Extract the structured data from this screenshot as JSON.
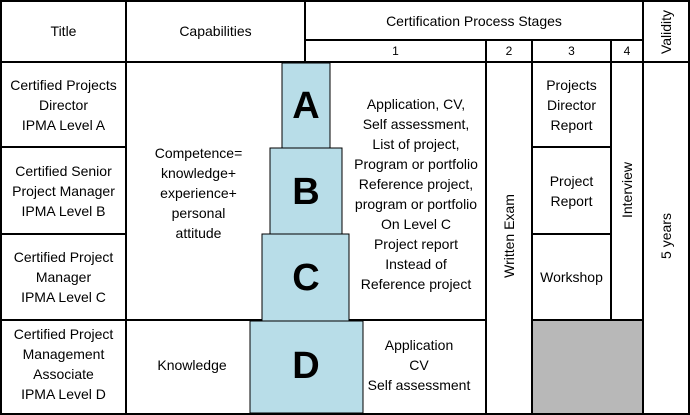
{
  "header": {
    "title": "Title",
    "capabilities": "Capabilities",
    "stages": "Certification Process Stages",
    "validity": "Validity",
    "stage_numbers": [
      "1",
      "2",
      "3",
      "4"
    ]
  },
  "rows": [
    {
      "title": [
        "Certified Projects",
        "Director",
        "IPMA Level A"
      ],
      "letter": "A"
    },
    {
      "title": [
        "Certified Senior",
        "Project Manager",
        "IPMA Level B"
      ],
      "letter": "B"
    },
    {
      "title": [
        "Certified Project",
        "Manager",
        "IPMA Level C"
      ],
      "letter": "C"
    },
    {
      "title": [
        "Certified Project",
        "Management",
        "Associate",
        "IPMA Level D"
      ],
      "letter": "D"
    }
  ],
  "capabilities": {
    "abc": [
      "Competence=",
      "knowledge+",
      "experience+",
      "personal",
      "attitude"
    ],
    "d": "Knowledge"
  },
  "stage1": {
    "abc": [
      "Application, CV,",
      "Self assessment,",
      "List of project,",
      "Program or portfolio",
      "Reference project,",
      "program or portfolio",
      "On Level C",
      "Project report",
      "Instead of",
      "Reference project"
    ],
    "d": [
      "Application",
      "CV",
      "Self assessment"
    ]
  },
  "stage2": {
    "label": "Written Exam"
  },
  "stage3": {
    "a": [
      "Projects",
      "Director",
      "Report"
    ],
    "b": [
      "Project",
      "Report"
    ],
    "c": "Workshop"
  },
  "stage4": {
    "label": "Interview"
  },
  "validity": {
    "label": "5 years"
  },
  "colors": {
    "tower": "#b8dde8",
    "grey": "#b8b8b8",
    "background": "#000000",
    "cell": "#ffffff"
  }
}
